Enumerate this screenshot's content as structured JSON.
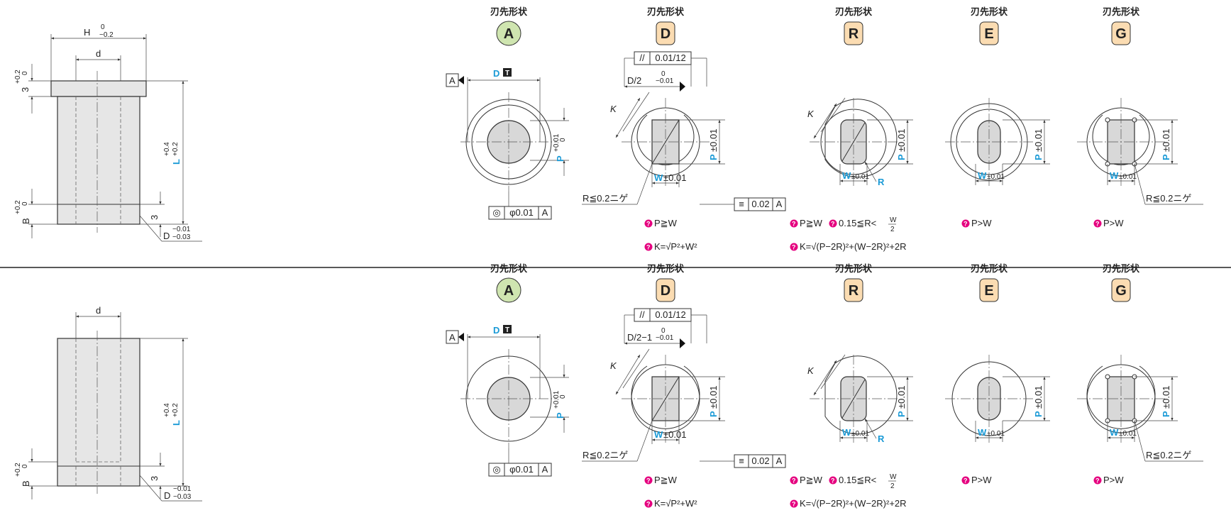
{
  "side_views": [
    {
      "label_H": "H",
      "tol_H_upper": "0",
      "tol_H_lower": "−0.2",
      "label_d": "d",
      "label_head": "3",
      "tol_head_upper": "+0.2",
      "tol_head_lower": "0",
      "label_L": "L",
      "tol_L_upper": "+0.4",
      "tol_L_lower": "+0.2",
      "label_B": "B",
      "tol_B_upper": "+0.2",
      "tol_B_lower": "0",
      "label_3": "3",
      "label_D": "D",
      "tol_D_upper": "−0.01",
      "tol_D_lower": "−0.03"
    },
    {
      "label_d": "d",
      "label_L": "L",
      "tol_L_upper": "+0.4",
      "tol_L_lower": "+0.2",
      "label_B": "B",
      "tol_B_upper": "+0.2",
      "tol_B_lower": "0",
      "label_3": "3",
      "label_D": "D",
      "tol_D_upper": "−0.01",
      "tol_D_lower": "−0.03"
    }
  ],
  "tip_header": "刃先形状",
  "shapes": [
    "A",
    "D",
    "R",
    "E",
    "G"
  ],
  "shape_colors": {
    "A": "#cfe5b0",
    "others": "#fbdcb2"
  },
  "callouts": {
    "datum": "A",
    "D_label": "D",
    "T_mark": "T",
    "concentricity_symbol": "◎",
    "concentricity": "φ0.01",
    "concentricity_ref": "A",
    "parallel_symbol": "//",
    "parallel": "0.01/12",
    "symmetry_symbol": "≡",
    "symmetry": "0.02",
    "symmetry_ref": "A",
    "half_D_top": "D/2",
    "half_D_bottom": "D/2−1",
    "half_D_tol_upper": "0",
    "half_D_tol_lower": "−0.01",
    "K": "K",
    "P": "P",
    "P_tol": "+0.01",
    "P_tol_lower": "0",
    "P_pm": "±0.01",
    "W": "W",
    "W_pm": "±0.01",
    "R": "R",
    "R_nige": "R≦0.2ニゲ"
  },
  "notes": {
    "D": [
      "P≧W",
      "K=√P²+W²"
    ],
    "R_line1_a": "P≧W",
    "R_line1_b": "0.15≦R<",
    "R_frac_num": "W",
    "R_frac_den": "2",
    "R_line2": "K=√(P−2R)²+(W−2R)²+2R",
    "E": "P>W",
    "G": "P>W"
  }
}
